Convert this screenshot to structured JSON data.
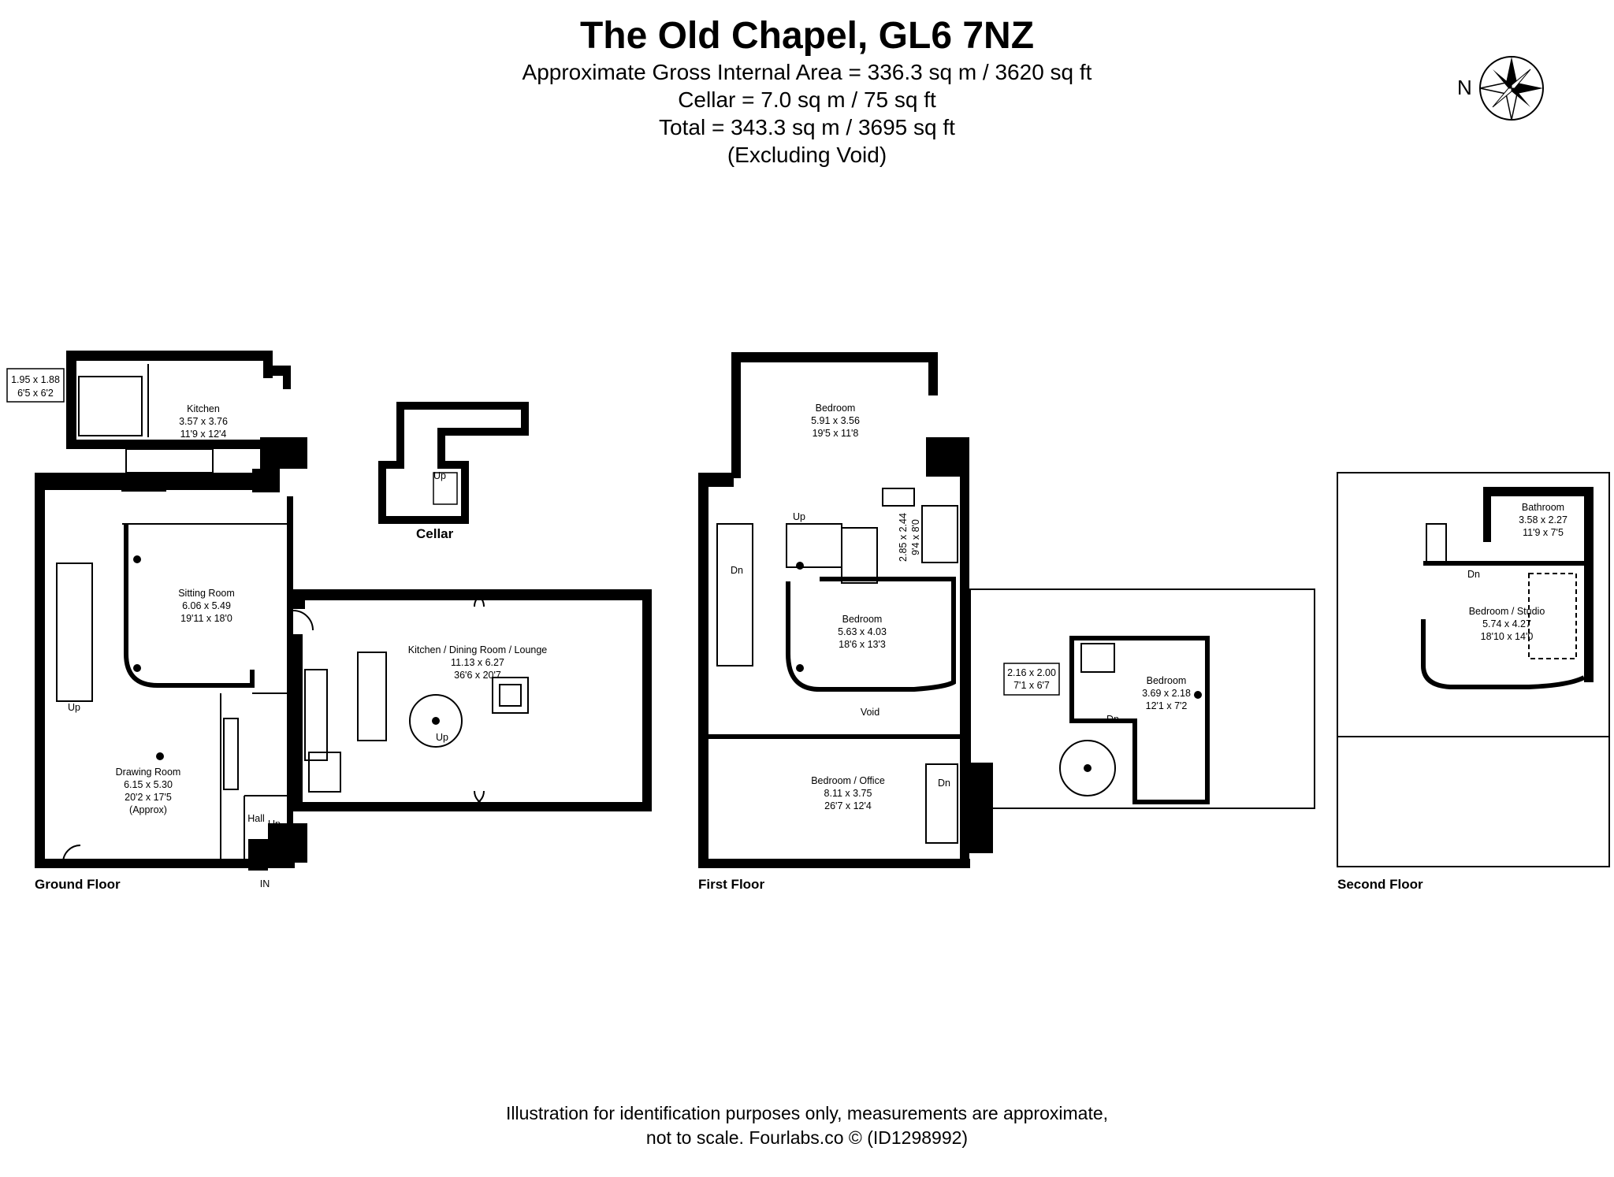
{
  "header": {
    "title": "The Old Chapel, GL6 7NZ",
    "gross_internal_area": "Approximate Gross Internal Area = 336.3 sq m / 3620 sq ft",
    "cellar_area": "Cellar = 7.0 sq m / 75 sq ft",
    "total_area": "Total = 343.3 sq m / 3695 sq ft",
    "excluding": "(Excluding Void)"
  },
  "compass": {
    "north_label": "N"
  },
  "floors": {
    "ground": "Ground Floor",
    "first": "First Floor",
    "second": "Second Floor",
    "cellar": "Cellar"
  },
  "rooms": {
    "shower_room": {
      "metric": "1.95 x 1.88",
      "imperial": "6'5 x 6'2"
    },
    "kitchen": {
      "name": "Kitchen",
      "metric": "3.57 x 3.76",
      "imperial": "11'9 x 12'4"
    },
    "sitting_room": {
      "name": "Sitting Room",
      "metric": "6.06 x 5.49",
      "imperial": "19'11 x 18'0"
    },
    "kitchen_dining": {
      "name": "Kitchen / Dining Room / Lounge",
      "metric": "11.13 x 6.27",
      "imperial": "36'6 x 20'7"
    },
    "drawing_room": {
      "name": "Drawing Room",
      "metric": "6.15 x 5.30",
      "imperial": "20'2 x 17'5",
      "note": "(Approx)"
    },
    "hall": {
      "name": "Hall"
    },
    "bedroom_1": {
      "name": "Bedroom",
      "metric": "5.91 x 3.56",
      "imperial": "19'5 x 11'8"
    },
    "ensuite_1": {
      "metric": "2.85 x 2.44",
      "imperial": "9'4 x 8'0"
    },
    "bedroom_2": {
      "name": "Bedroom",
      "metric": "5.63 x 4.03",
      "imperial": "18'6 x 13'3"
    },
    "void": {
      "name": "Void"
    },
    "bedroom_office": {
      "name": "Bedroom / Office",
      "metric": "8.11 x 3.75",
      "imperial": "26'7 x 12'4"
    },
    "ensuite_2": {
      "metric": "2.16 x 2.00",
      "imperial": "7'1 x 6'7"
    },
    "bedroom_3": {
      "name": "Bedroom",
      "metric": "3.69 x 2.18",
      "imperial": "12'1 x 7'2"
    },
    "bathroom": {
      "name": "Bathroom",
      "metric": "3.58 x 2.27",
      "imperial": "11'9 x 7'5"
    },
    "bedroom_studio": {
      "name": "Bedroom / Studio",
      "metric": "5.74 x 4.27",
      "imperial": "18'10 x 14'0"
    }
  },
  "stairs": {
    "up": "Up",
    "down": "Dn",
    "entrance": "IN"
  },
  "footer": {
    "line1": "Illustration for identification purposes only, measurements are approximate,",
    "line2": "not to scale. Fourlabs.co © (ID1298992)"
  }
}
